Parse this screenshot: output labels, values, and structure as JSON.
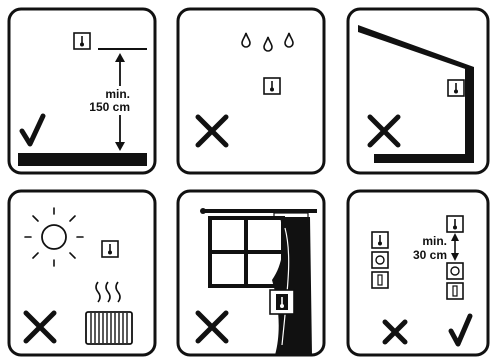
{
  "panels": [
    {
      "id": "height",
      "verdict": "ok",
      "labels": [
        "min.",
        "150 cm"
      ]
    },
    {
      "id": "water",
      "verdict": "bad",
      "labels": []
    },
    {
      "id": "corner",
      "verdict": "bad",
      "labels": []
    },
    {
      "id": "sun-heater",
      "verdict": "bad",
      "labels": []
    },
    {
      "id": "window-curtain",
      "verdict": "bad",
      "labels": []
    },
    {
      "id": "spacing",
      "verdict": "ok-and-bad",
      "labels": [
        "min.",
        "30 cm"
      ]
    }
  ],
  "colors": {
    "ink": "#111111",
    "background": "#ffffff"
  },
  "icons": [
    "thermostat-icon",
    "check-icon",
    "cross-icon",
    "water-drop-icon",
    "sun-icon",
    "heater-icon",
    "heat-waves-icon",
    "window-icon",
    "curtain-icon",
    "switch-icon",
    "socket-icon"
  ]
}
